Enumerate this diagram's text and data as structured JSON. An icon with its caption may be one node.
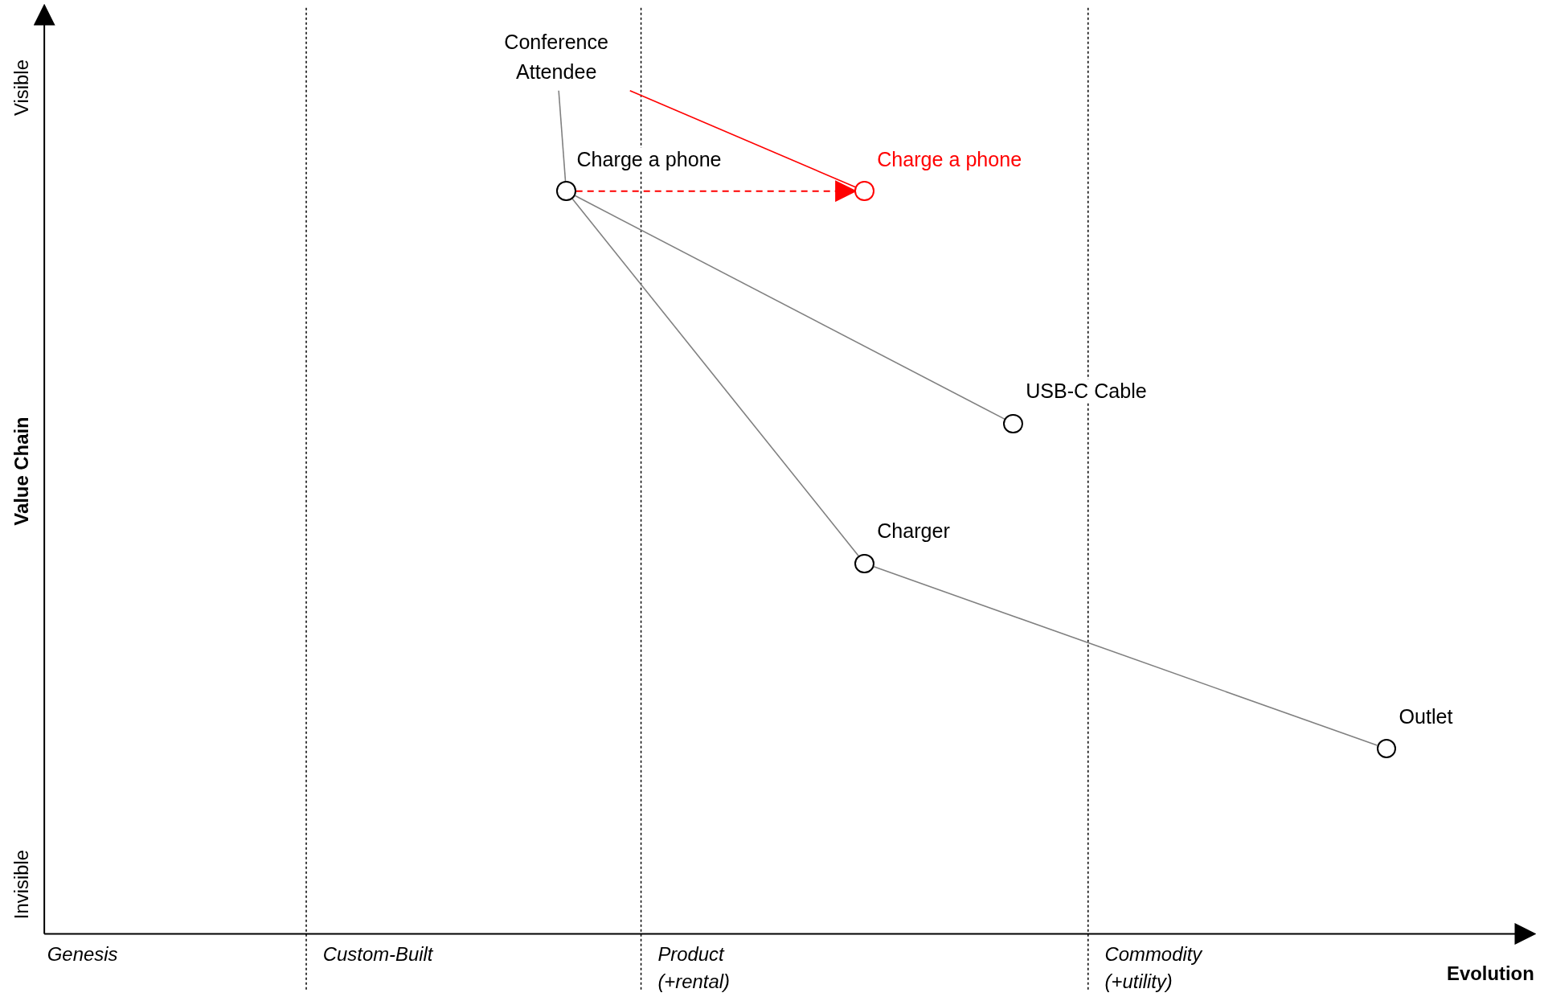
{
  "diagram": {
    "nodes": [
      {
        "text": [
          "Conference Attendee"
        ]
      },
      {
        "text": [
          "Charge a phone"
        ]
      },
      {
        "text": [
          "Charge a phone"
        ]
      },
      {
        "text": [
          "USB-C Cable"
        ]
      },
      {
        "text": [
          "Charger"
        ]
      },
      {
        "text": [
          "Outlet"
        ]
      }
    ],
    "edges": [
      {
        "from": 0,
        "to": 1,
        "arrow": "none"
      },
      {
        "from": 0,
        "to": 2,
        "arrow": "none",
        "color": "#ff0000"
      },
      {
        "from": 1,
        "to": 2,
        "arrow": "to",
        "style": "dashed",
        "color": "#ff0000"
      },
      {
        "from": 1,
        "to": 3,
        "arrow": "none"
      },
      {
        "from": 1,
        "to": 4,
        "arrow": "none"
      },
      {
        "from": 4,
        "to": 5,
        "arrow": "none"
      }
    ],
    "labels": [
      "Visible",
      "Value Chain",
      "Invisible",
      "Genesis",
      "Custom-Built",
      "Product (+rental)",
      "Commodity (+utility)",
      "Evolution"
    ]
  }
}
